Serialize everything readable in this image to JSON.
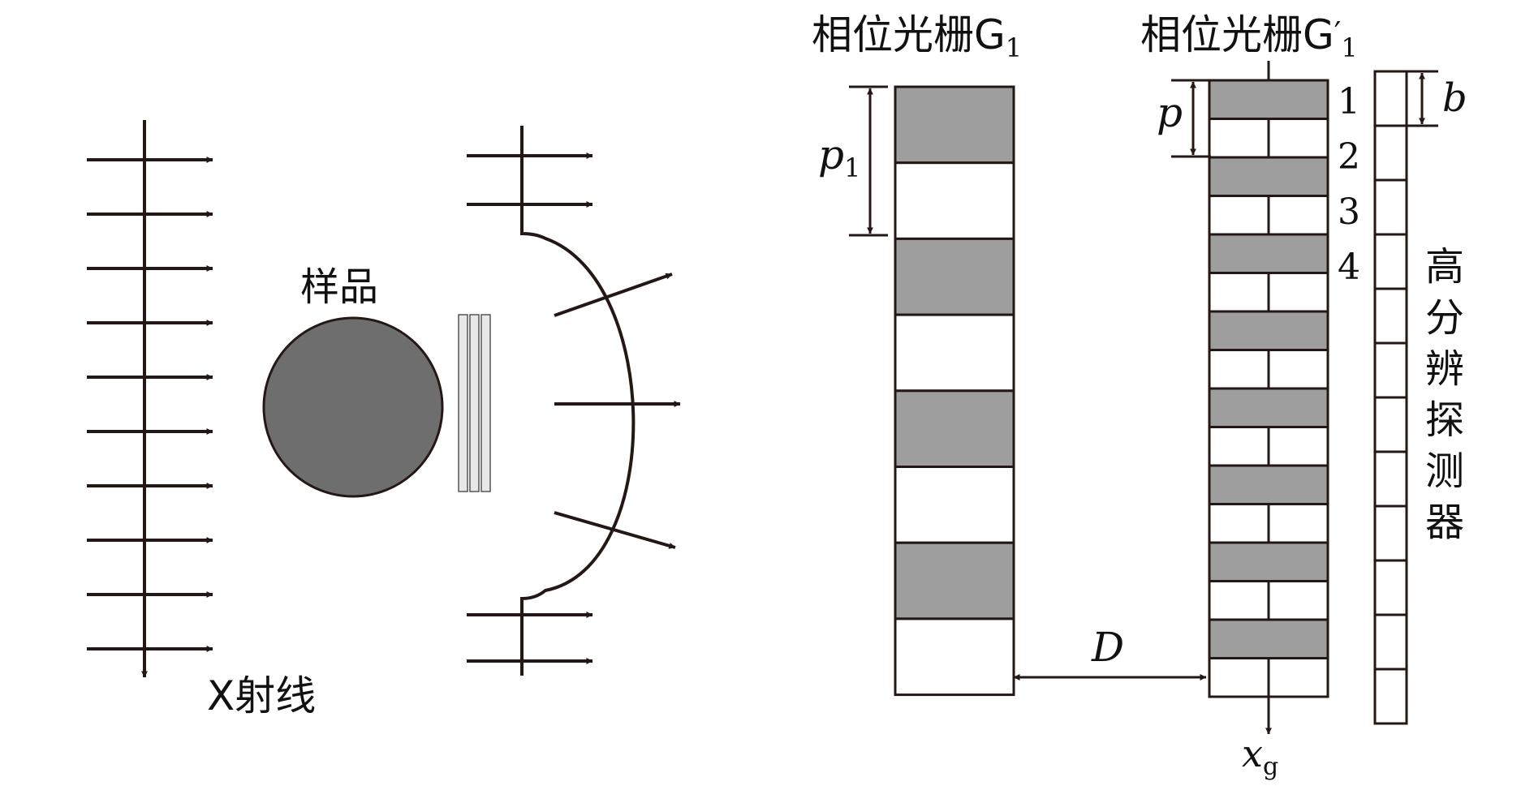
{
  "colors": {
    "ink": "#231815",
    "sample": "#6e6e6e",
    "grating_filled": "#9d9e9d",
    "slab": "#e8e8e8"
  },
  "left": {
    "xray_label": "X射线",
    "sample_label": "样品"
  },
  "right": {
    "g1": {
      "title_text": "相位光栅G",
      "subscript": "1",
      "period_symbol": "p",
      "period_subscript": "1"
    },
    "g1p": {
      "title_text": "相位光栅G",
      "prime": "′",
      "subscript": "1",
      "period_symbol": "p",
      "segment_numbers": [
        "1",
        "2",
        "3",
        "4"
      ]
    },
    "distance_symbol": "D",
    "axis": {
      "symbol": "x",
      "subscript": "g"
    },
    "detector": {
      "label_chars": [
        "高",
        "分",
        "辨",
        "探",
        "测",
        "器"
      ],
      "pixel_symbol": "b"
    }
  }
}
